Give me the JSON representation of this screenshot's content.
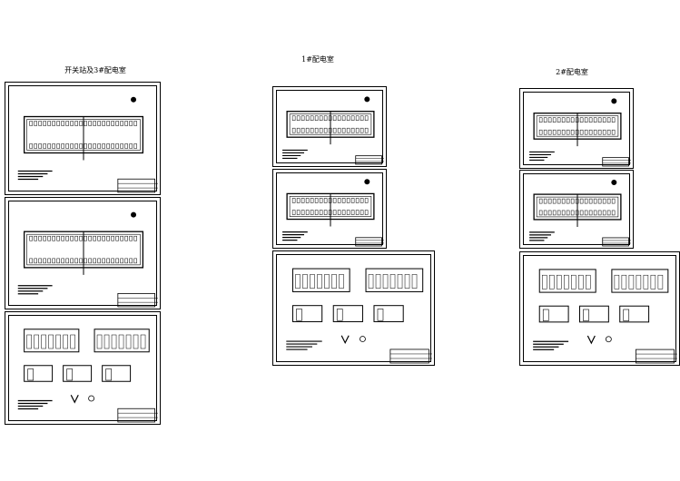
{
  "groups": [
    {
      "title": "开关站及3#配电室",
      "sheets": [
        "plan",
        "plan",
        "section"
      ]
    },
    {
      "title": "1#配电室",
      "sheets": [
        "plan",
        "plan",
        "section"
      ]
    },
    {
      "title": "2#配电室",
      "sheets": [
        "plan",
        "plan",
        "section"
      ]
    }
  ]
}
